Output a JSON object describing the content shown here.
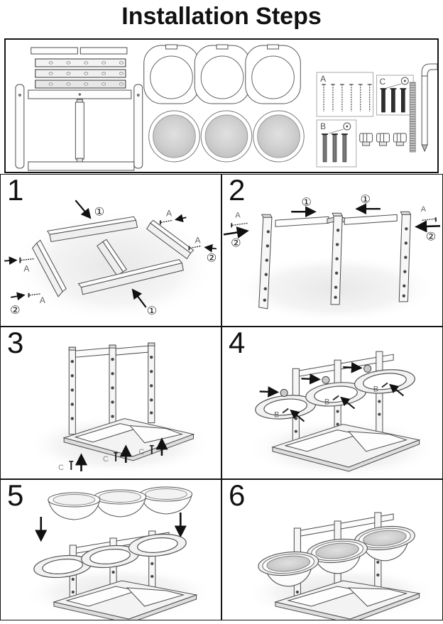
{
  "title": "Installation Steps",
  "hardware": {
    "bag_a": "A",
    "bag_b": "B",
    "bag_c": "C"
  },
  "callouts": {
    "one": "①",
    "two": "②"
  },
  "steps": [
    {
      "number": "1"
    },
    {
      "number": "2"
    },
    {
      "number": "3"
    },
    {
      "number": "4"
    },
    {
      "number": "5"
    },
    {
      "number": "6"
    }
  ],
  "colors": {
    "ink": "#151515",
    "line": "#4d4d4d",
    "wood_fill": "#f4f4f4",
    "bowl_gray": "#c9c9c9"
  }
}
